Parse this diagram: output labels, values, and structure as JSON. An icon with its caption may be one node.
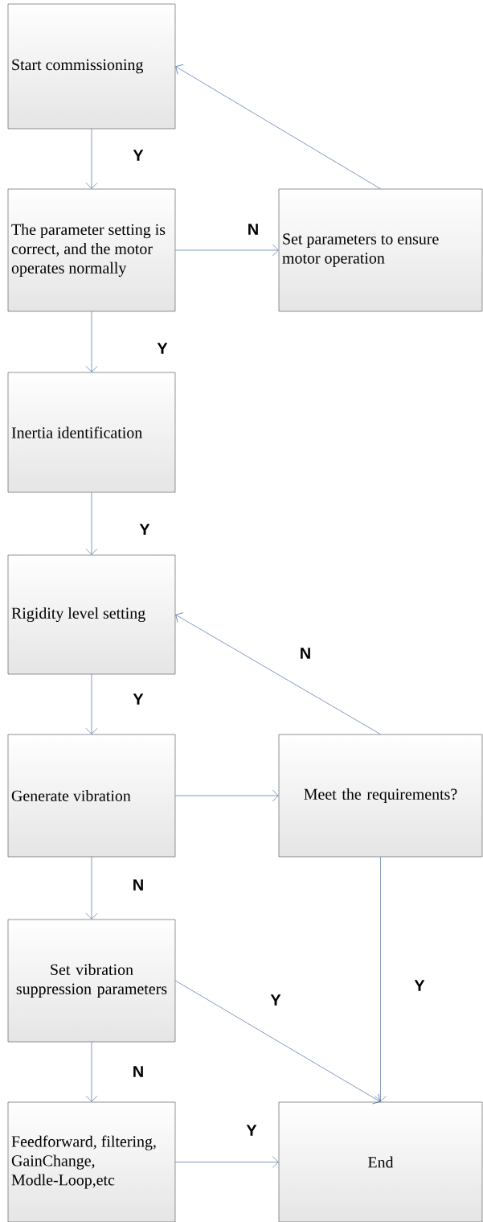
{
  "diagram": {
    "nodes": [
      {
        "text": [
          "Start commissioning"
        ]
      },
      {
        "text": [
          "The parameter setting is correct, and the motor operates normally"
        ]
      },
      {
        "text": [
          "Set parameters to ensure motor operation"
        ]
      },
      {
        "text": [
          "Inertia identification"
        ]
      },
      {
        "text": [
          "Rigidity level setting"
        ]
      },
      {
        "text": [
          "Generate vibration"
        ]
      },
      {
        "text": [
          "Meet the requirements?"
        ]
      },
      {
        "text": [
          "Set vibration suppression parameters"
        ]
      },
      {
        "text": [
          "Feedforward, filtering, GainChange, Modle-Loop,etc"
        ]
      },
      {
        "text": [
          "End"
        ]
      }
    ],
    "edges": [
      {
        "from": 0,
        "to": 1,
        "arrow": "to",
        "label": "Y"
      },
      {
        "from": 1,
        "to": 2,
        "arrow": "to",
        "label": "N"
      },
      {
        "from": 2,
        "to": 0,
        "arrow": "to"
      },
      {
        "from": 1,
        "to": 3,
        "arrow": "to",
        "label": "Y"
      },
      {
        "from": 3,
        "to": 4,
        "arrow": "to",
        "label": "Y"
      },
      {
        "from": 6,
        "to": 4,
        "arrow": "to",
        "label": "N"
      },
      {
        "from": 4,
        "to": 5,
        "arrow": "to",
        "label": "Y"
      },
      {
        "from": 5,
        "to": 6,
        "arrow": "to"
      },
      {
        "from": 6,
        "to": 9,
        "arrow": "to",
        "label": "Y"
      },
      {
        "from": 5,
        "to": 7,
        "arrow": "to",
        "label": "N"
      },
      {
        "from": 7,
        "to": 9,
        "arrow": "to",
        "label": "Y"
      },
      {
        "from": 7,
        "to": 8,
        "arrow": "to",
        "label": "N"
      },
      {
        "from": 8,
        "to": 9,
        "arrow": "to",
        "label": "Y"
      }
    ]
  }
}
